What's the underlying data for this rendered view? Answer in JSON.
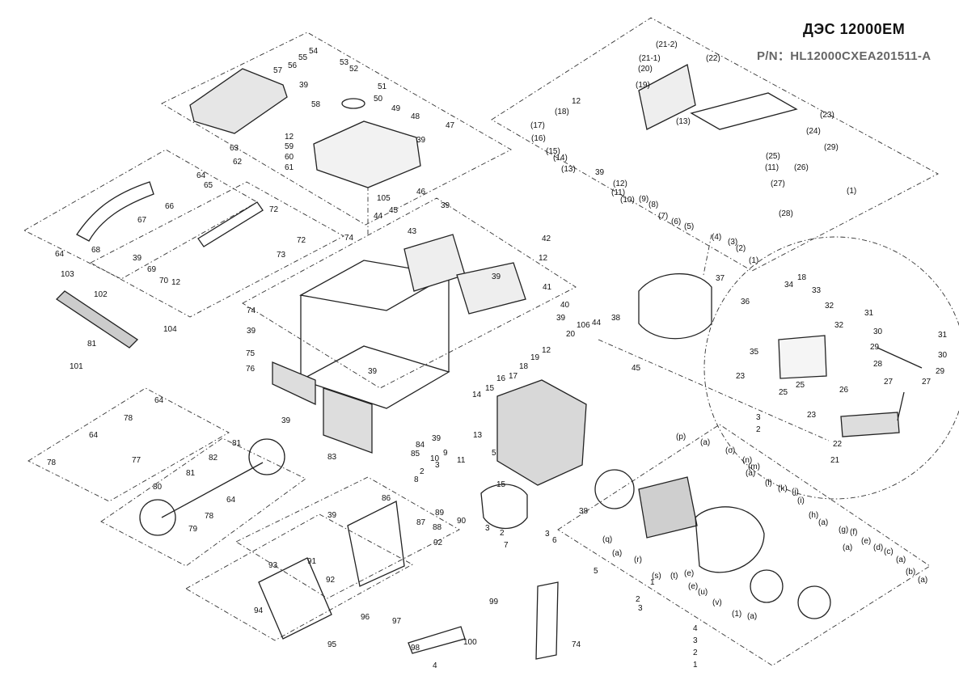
{
  "header": {
    "title": "ДЭС 12000ЕМ",
    "part_number": "P/N：HL12000CXEA201511-A"
  },
  "callouts": [
    "54",
    "55",
    "53",
    "52",
    "51",
    "50",
    "49",
    "48",
    "47",
    "57",
    "56",
    "39",
    "58",
    "12",
    "59",
    "60",
    "61",
    "63",
    "62",
    "39",
    "46",
    "105",
    "45",
    "44",
    "64",
    "65",
    "66",
    "67",
    "68",
    "64",
    "72",
    "72",
    "73",
    "74",
    "39",
    "69",
    "70",
    "12",
    "103",
    "102",
    "104",
    "81",
    "101",
    "43",
    "39",
    "42",
    "12",
    "41",
    "39",
    "40",
    "39",
    "37",
    "74",
    "39",
    "75",
    "76",
    "39",
    "39",
    "20",
    "106",
    "44",
    "38",
    "12",
    "19",
    "18",
    "17",
    "16",
    "15",
    "14",
    "13",
    "45",
    "39",
    "84",
    "85",
    "83",
    "64",
    "78",
    "77",
    "64",
    "78",
    "81",
    "82",
    "81",
    "80",
    "64",
    "79",
    "78",
    "9",
    "10",
    "11",
    "2",
    "3",
    "8",
    "5",
    "15",
    "90",
    "89",
    "38",
    "3",
    "2",
    "7",
    "6",
    "3",
    "5",
    "39",
    "86",
    "87",
    "88",
    "91",
    "92",
    "92",
    "93",
    "94",
    "95",
    "96",
    "97",
    "98",
    "100",
    "4",
    "99",
    "74",
    "(p)",
    "(a)",
    "(o)",
    "(n)",
    "(m)",
    "(a)",
    "(l)",
    "(k)",
    "(j)",
    "(i)",
    "(h)",
    "(a)",
    "(g)",
    "(a)",
    "(f)",
    "(e)",
    "(d)",
    "(c)",
    "(a)",
    "(b)",
    "(a)",
    "(q)",
    "(a)",
    "(r)",
    "(s)",
    "(t)",
    "(e)",
    "(e)",
    "(u)",
    "(v)",
    "(1)",
    "(a)",
    "1",
    "2",
    "3",
    "4",
    "3",
    "2",
    "1",
    "(20)",
    "(21-1)",
    "(21-2)",
    "(22)",
    "(19)",
    "12",
    "(18)",
    "(17)",
    "(16)",
    "(15)",
    "(14)",
    "(13)",
    "39",
    "(12)",
    "(11)",
    "(10)",
    "(9)",
    "(8)",
    "(7)",
    "(6)",
    "(5)",
    "(4)",
    "(3)",
    "(2)",
    "(1)",
    "(13)",
    "(23)",
    "(24)",
    "(29)",
    "(25)",
    "(11)",
    "(26)",
    "(27)",
    "(28)",
    "(1)",
    "36",
    "34",
    "18",
    "33",
    "32",
    "32",
    "35",
    "31",
    "30",
    "29",
    "28",
    "27",
    "27",
    "26",
    "23",
    "25",
    "25",
    "23",
    "3",
    "2",
    "22",
    "21",
    "31",
    "30",
    "29"
  ]
}
